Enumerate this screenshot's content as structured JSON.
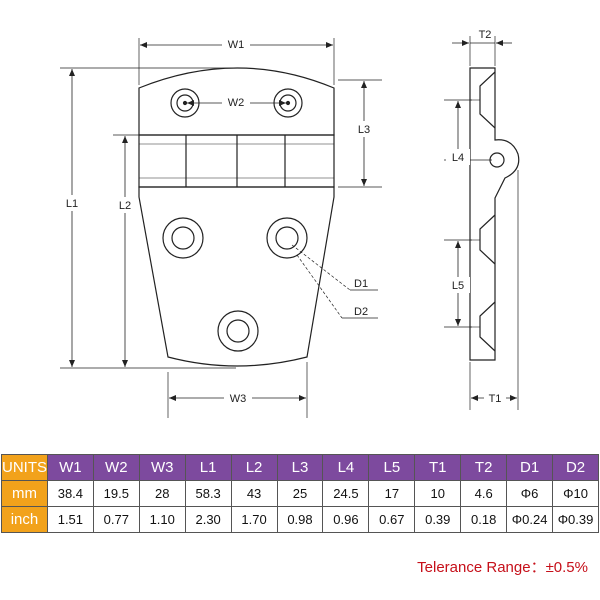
{
  "labels": {
    "W1": "W1",
    "W2": "W2",
    "W3": "W3",
    "L1": "L1",
    "L2": "L2",
    "L3": "L3",
    "L4": "L4",
    "L5": "L5",
    "D1": "D1",
    "D2": "D2",
    "T1": "T1",
    "T2": "T2"
  },
  "table": {
    "corner": "UNITS",
    "headers": [
      "W1",
      "W2",
      "W3",
      "L1",
      "L2",
      "L3",
      "L4",
      "L5",
      "T1",
      "T2",
      "D1",
      "D2"
    ],
    "rows": [
      {
        "label": "mm",
        "values": [
          "38.4",
          "19.5",
          "28",
          "58.3",
          "43",
          "25",
          "24.5",
          "17",
          "10",
          "4.6",
          "Φ6",
          "Φ10"
        ]
      },
      {
        "label": "inch",
        "values": [
          "1.51",
          "0.77",
          "1.10",
          "2.30",
          "1.70",
          "0.98",
          "0.96",
          "0.67",
          "0.39",
          "0.18",
          "Φ0.24",
          "Φ0.39"
        ]
      }
    ]
  },
  "tolerance": "Telerance Range：±0.5%",
  "colors": {
    "header_bg": "#7d4a9e",
    "units_bg": "#f2a21b",
    "tolerance_text": "#c6101a"
  }
}
